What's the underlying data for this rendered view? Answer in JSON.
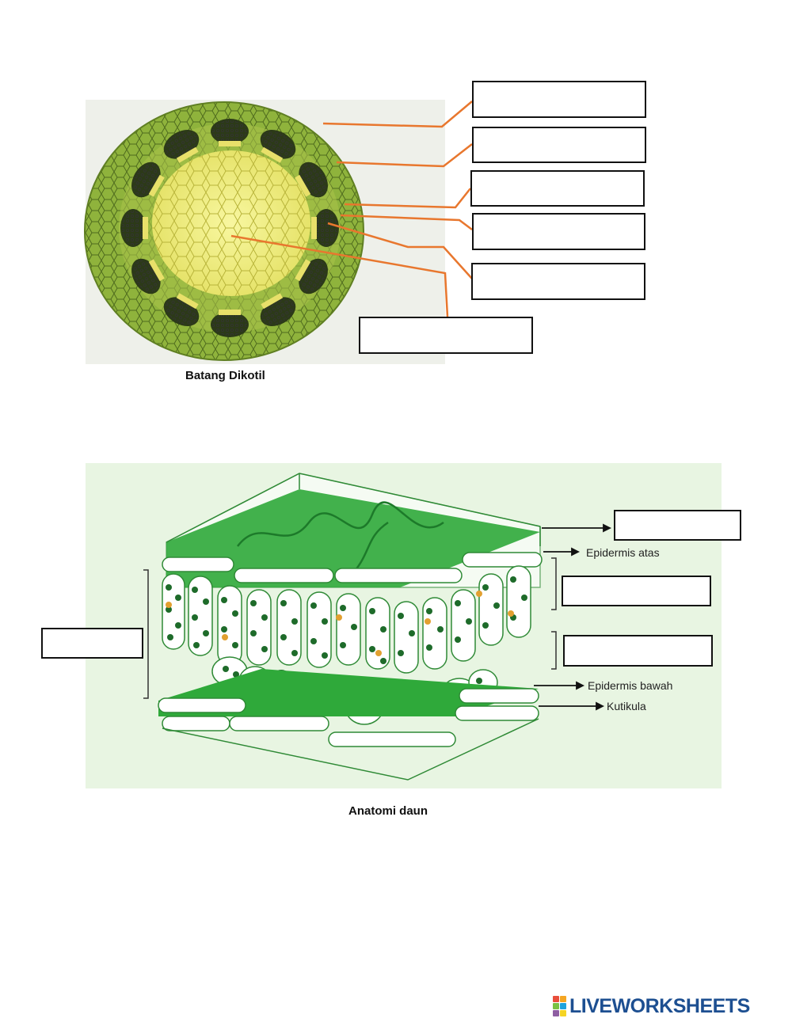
{
  "stem_section": {
    "caption": "Batang Dikotil",
    "answer_boxes": [
      {
        "name": "stem-answer-1",
        "value": ""
      },
      {
        "name": "stem-answer-2",
        "value": ""
      },
      {
        "name": "stem-answer-3",
        "value": ""
      },
      {
        "name": "stem-answer-4",
        "value": ""
      },
      {
        "name": "stem-answer-5",
        "value": ""
      },
      {
        "name": "stem-answer-6",
        "value": ""
      }
    ],
    "colors": {
      "leader_line": "#e8772e",
      "outer_tissue": "#8fb33c",
      "pith": "#f2f07a"
    }
  },
  "leaf_section": {
    "caption": "Anatomi daun",
    "labels": {
      "upper_epidermis": "Epidermis atas",
      "lower_epidermis": "Epidermis bawah",
      "cuticle": "Kutikula"
    },
    "answer_boxes": [
      {
        "name": "leaf-answer-top",
        "value": ""
      },
      {
        "name": "leaf-answer-palisade",
        "value": ""
      },
      {
        "name": "leaf-answer-spongy",
        "value": ""
      },
      {
        "name": "leaf-answer-mesophyll",
        "value": ""
      }
    ],
    "colors": {
      "background": "#e8f5e2",
      "leaf_green": "#2fa93a",
      "chloroplast": "#1e6b2a",
      "accent": "#e2a030"
    }
  },
  "brand": {
    "name": "LIVEWORKSHEETS",
    "colors": {
      "text": "#1d4f91",
      "mark": [
        "#e94e3c",
        "#f5a623",
        "#7ac143",
        "#1fa3dd",
        "#8e5ea2",
        "#f5d423"
      ]
    }
  }
}
